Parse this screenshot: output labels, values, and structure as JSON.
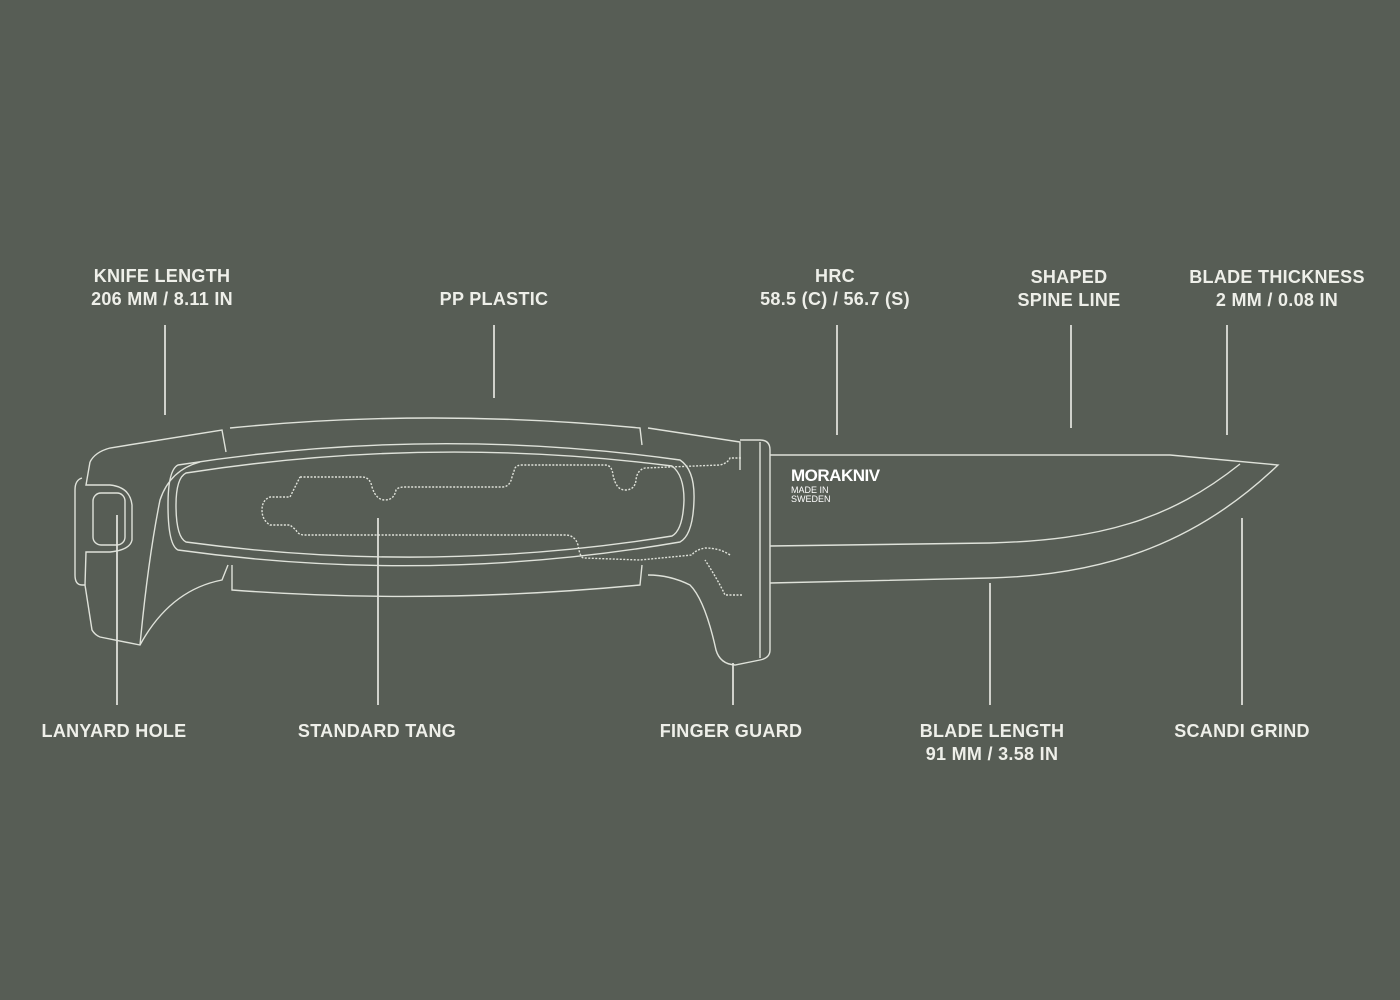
{
  "labels": {
    "knife_length": {
      "title": "KNIFE LENGTH",
      "value": "206 MM / 8.11 IN"
    },
    "pp_plastic": {
      "title": "PP PLASTIC"
    },
    "hrc": {
      "title": "HRC",
      "value": "58.5 (C) / 56.7 (S)"
    },
    "shaped_spine": {
      "title": "SHAPED",
      "value": "SPINE LINE"
    },
    "blade_thickness": {
      "title": "BLADE THICKNESS",
      "value": "2 MM / 0.08 IN"
    },
    "lanyard_hole": {
      "title": "LANYARD HOLE"
    },
    "standard_tang": {
      "title": "STANDARD TANG"
    },
    "finger_guard": {
      "title": "FINGER GUARD"
    },
    "blade_length": {
      "title": "BLADE LENGTH",
      "value": "91 MM / 3.58 IN"
    },
    "scandi_grind": {
      "title": "SCANDI GRIND"
    }
  },
  "brand": {
    "name": "MORAKNIV",
    "line1": "MADE IN",
    "line2": "SWEDEN"
  },
  "colors": {
    "background": "#575d55",
    "line": "#e6e8e0"
  }
}
